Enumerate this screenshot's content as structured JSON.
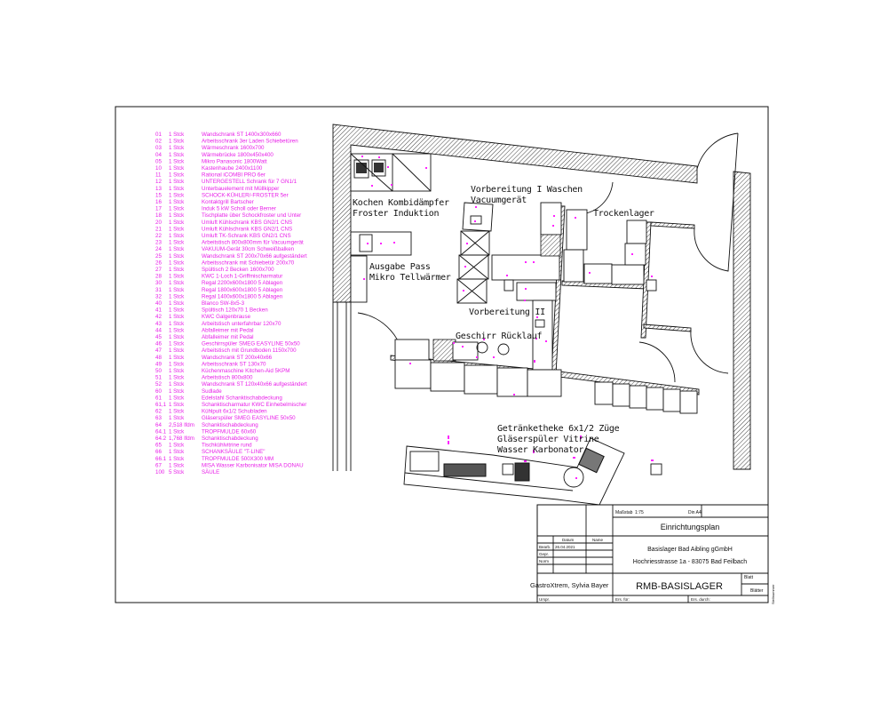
{
  "equipment_list": [
    {
      "pos": "01",
      "qty": "1 Stck",
      "desc": "Wandschrank ST 1400x300x660"
    },
    {
      "pos": "02",
      "qty": "1 Stck",
      "desc": "Arbeitsschrank 3er Laden Schiebetüren"
    },
    {
      "pos": "03",
      "qty": "1 Stck",
      "desc": "Wärmeschrank 1600x700"
    },
    {
      "pos": "04",
      "qty": "1 Stck",
      "desc": "Wärmebrücke 1800x450x400"
    },
    {
      "pos": "05",
      "qty": "1 Stck",
      "desc": "Mikro Panasonic 1800Watt"
    },
    {
      "pos": "10",
      "qty": "1 Stck",
      "desc": "Kastenhaube 2400x1100"
    },
    {
      "pos": "11",
      "qty": "1 Stck",
      "desc": "Rational iCOMBI PRO 6er"
    },
    {
      "pos": "12",
      "qty": "1 Stck",
      "desc": "UNTERGESTELL Schrank für 7 GN1/1"
    },
    {
      "pos": "13",
      "qty": "1 Stck",
      "desc": "Unterbauelement mit Müllkipper"
    },
    {
      "pos": "15",
      "qty": "1 Stck",
      "desc": "SCHOCK-KÜHLER/-FROSTER 5er"
    },
    {
      "pos": "16",
      "qty": "1 Stck",
      "desc": "Kontaktgrill Bartscher"
    },
    {
      "pos": "17",
      "qty": "1 Stck",
      "desc": "Induk 5 kW Scholl oder Berner"
    },
    {
      "pos": "18",
      "qty": "1 Stck",
      "desc": "Tischplatte über Schockfroster und Unter"
    },
    {
      "pos": "20",
      "qty": "1 Stck",
      "desc": "Umluft Kühlschrank KBS GN2/1 CNS"
    },
    {
      "pos": "21",
      "qty": "1 Stck",
      "desc": "Umluft Kühlschrank KBS GN2/1 CNS"
    },
    {
      "pos": "22",
      "qty": "1 Stck",
      "desc": "Umluft TK-Schrank KBS GN2/1 CNS"
    },
    {
      "pos": "23",
      "qty": "1 Stck",
      "desc": "Arbeitstisch 800x800mm für Vacuumgerät"
    },
    {
      "pos": "24",
      "qty": "1 Stck",
      "desc": "VAKUUM-Gerät 30cm Schweißbalken"
    },
    {
      "pos": "25",
      "qty": "1 Stck",
      "desc": "Wandschrank ST 200x70x66 aufgeständert"
    },
    {
      "pos": "26",
      "qty": "1 Stck",
      "desc": "Arbeitsschrank mit Schiebetür 200x70"
    },
    {
      "pos": "27",
      "qty": "1 Stck",
      "desc": "Spültisch 2 Becken 1600x700"
    },
    {
      "pos": "28",
      "qty": "1 Stck",
      "desc": "KWC 1-Loch 1-Griffmischarmatur"
    },
    {
      "pos": "30",
      "qty": "1 Stck",
      "desc": "Regal 2200x600x1800 5 Ablagen"
    },
    {
      "pos": "31",
      "qty": "1 Stck",
      "desc": "Regal 1800x600x1800 5 Ablagen"
    },
    {
      "pos": "32",
      "qty": "1 Stck",
      "desc": "Regal 1400x600x1800 5 Ablagen"
    },
    {
      "pos": "40",
      "qty": "1 Stck",
      "desc": "Blanco SW-8x5-3"
    },
    {
      "pos": "41",
      "qty": "1 Stck",
      "desc": "Spültisch 120x70 1 Becken"
    },
    {
      "pos": "42",
      "qty": "1 Stck",
      "desc": "KWC Galgenbrause"
    },
    {
      "pos": "43",
      "qty": "1 Stck",
      "desc": "Arbeitstisch unterfahrbar 120x70"
    },
    {
      "pos": "44",
      "qty": "1 Stck",
      "desc": "Abfalleimer mit Pedal"
    },
    {
      "pos": "45",
      "qty": "1 Stck",
      "desc": "Abfalleimer mit Pedal"
    },
    {
      "pos": "46",
      "qty": "1 Stck",
      "desc": "Geschirrspüler SMEG EASYLINE 50x50"
    },
    {
      "pos": "47",
      "qty": "1 Stck",
      "desc": "Arbeitstisch mit Grundboden 1150x700"
    },
    {
      "pos": "48",
      "qty": "1 Stck",
      "desc": "Wandschrank ST 200x40x66"
    },
    {
      "pos": "49",
      "qty": "1 Stck",
      "desc": "Arbeitsschrank ST 130x70"
    },
    {
      "pos": "50",
      "qty": "1 Stck",
      "desc": "Küchenmaschine Kitchen-Aid 5KPM"
    },
    {
      "pos": "51",
      "qty": "1 Stck",
      "desc": "Arbeitstisch 800x800"
    },
    {
      "pos": "52",
      "qty": "1 Stck",
      "desc": "Wandschrank ST 120x40x66 aufgeständert"
    },
    {
      "pos": "60",
      "qty": "1 Stck",
      "desc": "Sudlade"
    },
    {
      "pos": "61",
      "qty": "1 Stck",
      "desc": "Edelstahl Schanktischabdeckung"
    },
    {
      "pos": "61,1",
      "qty": "1 Stck",
      "desc": "Schanktischarmatur KWC Einhebelmischer"
    },
    {
      "pos": "62",
      "qty": "1 Stck",
      "desc": "Kühlpult 6x1/2 Schubladen"
    },
    {
      "pos": "63",
      "qty": "1 Stck",
      "desc": "Gläserspüler SMEG EASYLINE 50x50"
    },
    {
      "pos": "64",
      "qty": "2,518 lfdm",
      "desc": "Schanktischabdeckung"
    },
    {
      "pos": "64.1",
      "qty": "1 Stck",
      "desc": "TROPFMULDE 60x60"
    },
    {
      "pos": "64.2",
      "qty": "1,768 lfdm",
      "desc": "Schanktischabdeckung"
    },
    {
      "pos": "65",
      "qty": "1 Stck",
      "desc": "Tischkühlvitrine rund"
    },
    {
      "pos": "66",
      "qty": "1 Stck",
      "desc": "SCHANKSÄULE \"T-LINE\""
    },
    {
      "pos": "66.1",
      "qty": "1 Stck",
      "desc": "TROPFMULDE 500X300 MM"
    },
    {
      "pos": "67",
      "qty": "1 Stck",
      "desc": "MISA Wasser Karbonisator MISA DONAU"
    },
    {
      "pos": "100",
      "qty": "5 Stck",
      "desc": "SÄULE"
    }
  ],
  "plan_labels": {
    "kochen_1": "Kochen Kombidämpfer",
    "kochen_2": "Froster Induktion",
    "ausgabe_1": "Ausgabe Pass",
    "ausgabe_2": "Mikro Tellwärmer",
    "vorb1_1": "Vorbereitung I Waschen",
    "vorb1_2": "Vacuumgerät",
    "trockenlager": "Trockenlager",
    "vorb2": "Vorbereitung II",
    "geschirr": "Geschirr Rücklauf",
    "theke_1": "Getränketheke 6x1/2 Züge",
    "theke_2": "Gläserspüler Vitrine",
    "theke_3": "Wasser Karbonator"
  },
  "title_block": {
    "scale_label": "Maßstab",
    "scale": "1:75",
    "format": "Din A4",
    "drawing_type": "Einrichtungsplan",
    "col_date": "Datum",
    "col_name": "Name",
    "row_bearb": "Bearb.",
    "bearb_date": "26.04.2021",
    "row_gepr": "Gepr.",
    "row_norm": "Norm",
    "client": "Basislager Bad Aibling gGmbH",
    "address": "Hochriesstrasse 1a - 83075 Bad Feilbach",
    "author": "GastroXtrem, Sylvia Bayer",
    "project": "RMB-BASISLAGER",
    "blatt": "Blatt",
    "blaetter": "Blätter",
    "ursprung": "Urspr.",
    "ers_fuer": "Ers. für:",
    "ers_durch": "Ers. durch:",
    "side_note": "Stellnummer"
  },
  "colors": {
    "annotation": "#e81ee8",
    "lines": "#111111"
  }
}
